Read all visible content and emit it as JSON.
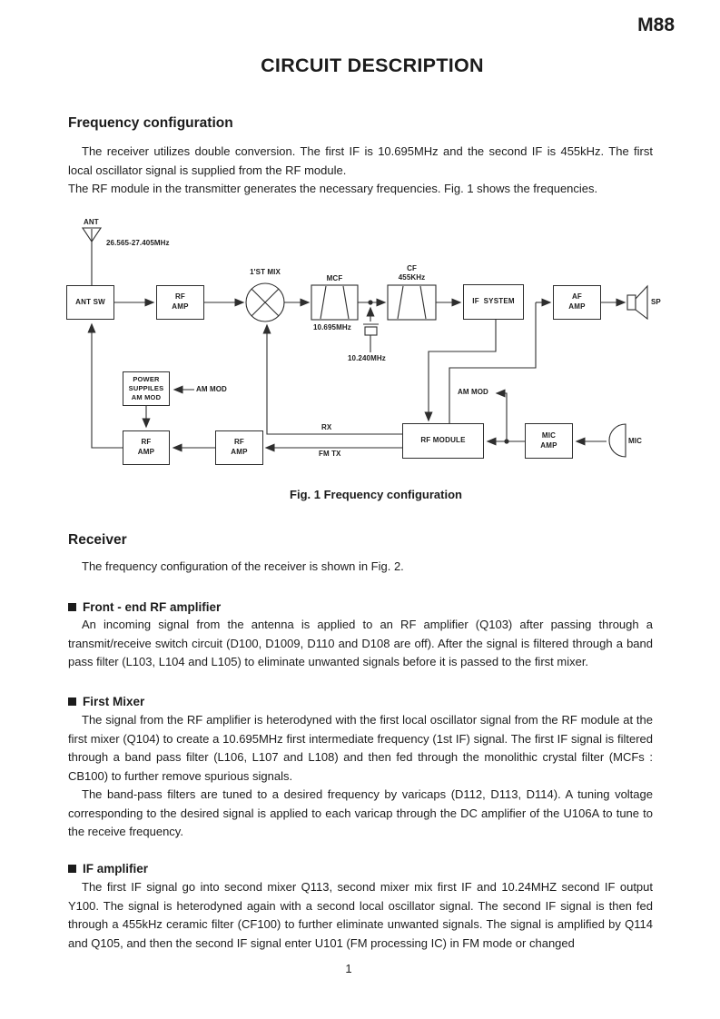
{
  "header": {
    "model": "M88",
    "title": "CIRCUIT DESCRIPTION"
  },
  "frequency_configuration": {
    "heading": "Frequency configuration",
    "para1": "The receiver utilizes double conversion. The first IF is 10.695MHz and the second IF is 455kHz. The first local oscillator signal is supplied from the RF module.",
    "para2": "The RF module in the transmitter generates the necessary frequencies. Fig. 1 shows the frequencies."
  },
  "figure": {
    "caption": "Fig. 1 Frequency configuration"
  },
  "receiver": {
    "heading": "Receiver",
    "intro": "The frequency configuration of the receiver is shown in Fig. 2.",
    "front_end": {
      "heading": "Front - end RF amplifier",
      "para": "An incoming signal from the antenna is applied to an RF amplifier (Q103) after passing through a transmit/receive switch circuit (D100, D1009, D110 and D108 are off). After the signal is filtered through a band pass filter (L103, L104 and L105) to eliminate unwanted signals before it is passed to the first mixer."
    },
    "first_mixer": {
      "heading": "First Mixer",
      "para1": "The signal from the RF amplifier is heterodyned with the first local oscillator signal from the RF module at the first mixer (Q104) to create a 10.695MHz first intermediate frequency (1st IF) signal. The first IF signal is filtered through a band pass filter (L106, L107 and L108) and then fed through the monolithic crystal filter (MCFs : CB100) to further remove spurious signals.",
      "para2": "The band-pass filters are tuned to a desired frequency by varicaps (D112, D113, D114). A tuning voltage corresponding to the desired signal is applied to each varicap through the DC amplifier of the U106A to tune to the receive frequency."
    },
    "if_amplifier": {
      "heading": "IF amplifier",
      "para": "The first IF signal go into second mixer Q113, second mixer mix first IF and 10.24MHZ second IF output Y100. The signal is heterodyned again with a second local oscillator signal. The second IF signal is then fed through a 455kHz ceramic filter (CF100) to further eliminate unwanted signals. The signal is amplified by Q114 and Q105, and then the second IF signal enter U101 (FM processing IC) in FM mode or changed"
    }
  },
  "diagram": {
    "boxes": {
      "ant_sw": "ANT SW",
      "rf_amp_top": "RF\nAMP",
      "if_system": "IF  SYSTEM",
      "af_amp": "AF\nAMP",
      "power_supplies": "POWER\nSUPPILES\nAM MOD",
      "rf_amp_left": "RF\nAMP",
      "rf_amp_mid": "RF\nAMP",
      "rf_module": "RF MODULE",
      "mic_amp": "MIC\nAMP"
    },
    "labels": {
      "ant": "ANT",
      "freq_range": "26.565-27.405MHz",
      "first_mix": "1'ST MIX",
      "mcf": "MCF",
      "mcf_freq": "10.695MHz",
      "cf": "CF\n455KHz",
      "crystal_freq": "10.240MHz",
      "am_mod_left": "AM MOD",
      "am_mod_right": "AM MOD",
      "rx": "RX",
      "fm_tx": "FM TX",
      "sp": "SP",
      "mic": "MIC"
    }
  },
  "footer": {
    "page_number": "1"
  }
}
